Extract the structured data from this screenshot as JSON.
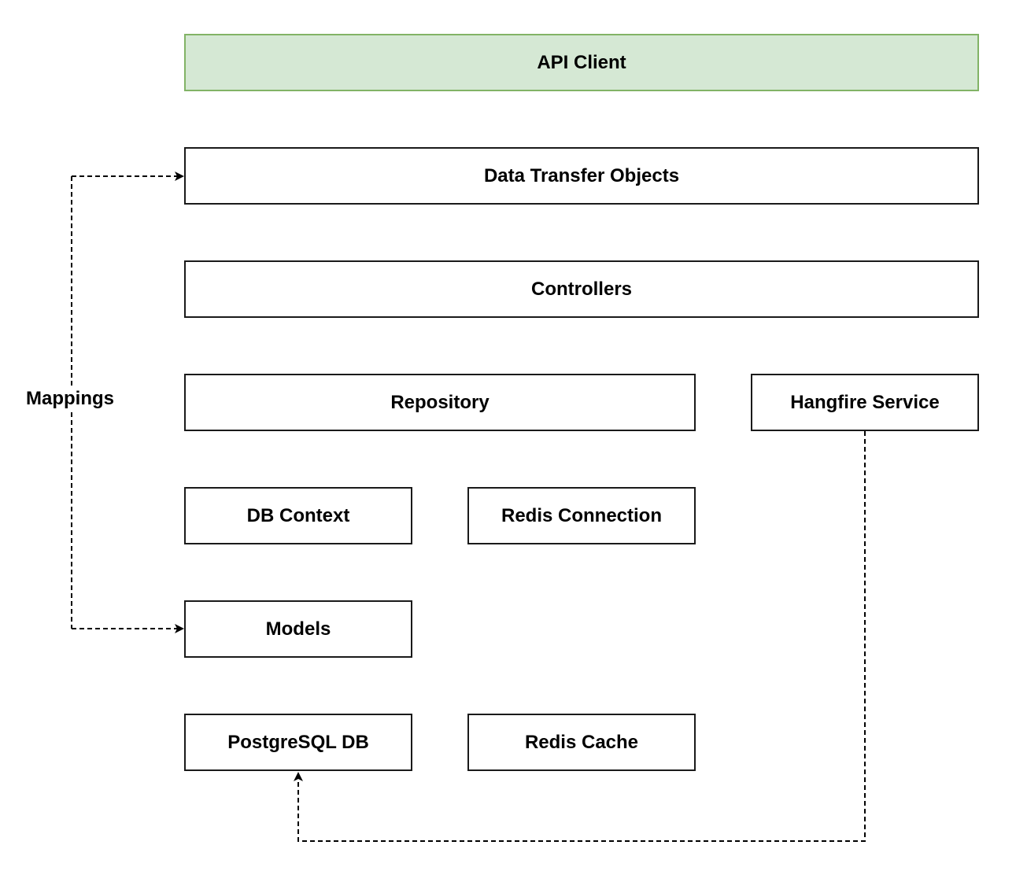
{
  "diagram": {
    "nodes": {
      "api_client": "API Client",
      "dto": "Data Transfer Objects",
      "controllers": "Controllers",
      "repository": "Repository",
      "hangfire": "Hangfire Service",
      "db_context": "DB Context",
      "redis_connection": "Redis Connection",
      "models": "Models",
      "postgres": "PostgreSQL DB",
      "redis_cache": "Redis Cache"
    },
    "edge_labels": {
      "mappings": "Mappings"
    },
    "edges": [
      {
        "from": "models",
        "to": "dto",
        "style": "dashed",
        "label": "mappings"
      },
      {
        "from": "hangfire",
        "to": "postgres",
        "style": "dashed"
      }
    ],
    "colors": {
      "client_fill": "#d5e8d4",
      "client_stroke": "#82b366",
      "box_stroke": "#1a1a1a",
      "edge_stroke": "#000000"
    }
  }
}
